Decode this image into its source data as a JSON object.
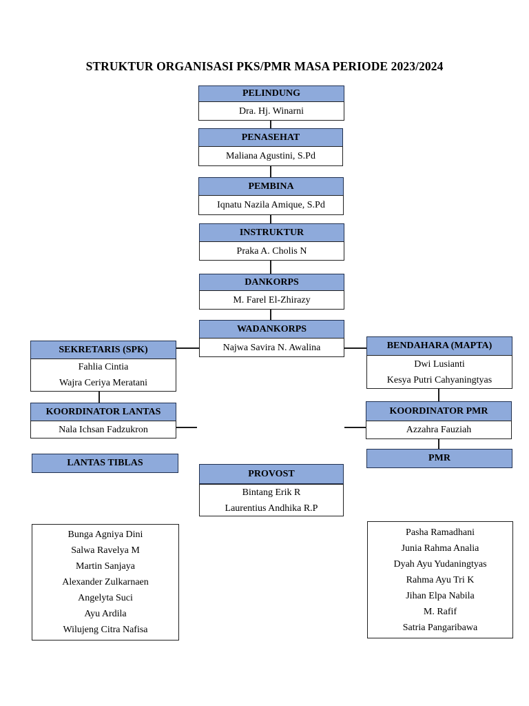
{
  "title": "STRUKTUR ORGANISASI PKS/PMR MASA PERIODE 2023/2024",
  "pelindung": {
    "label": "PELINDUNG",
    "name": "Dra. Hj. Winarni"
  },
  "penasehat": {
    "label": "PENASEHAT",
    "name": "Maliana Agustini, S.Pd"
  },
  "pembina": {
    "label": "PEMBINA",
    "name": "Iqnatu Nazila Amique, S.Pd"
  },
  "instruktur": {
    "label": "INSTRUKTUR",
    "name": "Praka A. Cholis N"
  },
  "dankorps": {
    "label": "DANKORPS",
    "name": "M. Farel El-Zhirazy"
  },
  "wadankorps": {
    "label": "WADANKORPS",
    "name": "Najwa Savira N. Awalina"
  },
  "sekretaris": {
    "label": "SEKRETARIS (SPK)",
    "names": [
      "Fahlia Cintia",
      "Wajra Ceriya Meratani"
    ]
  },
  "bendahara": {
    "label": "BENDAHARA (MAPTA)",
    "names": [
      "Dwi Lusianti",
      "Kesya Putri Cahyaningtyas"
    ]
  },
  "koordinator_lantas": {
    "label": "KOORDINATOR LANTAS",
    "name": "Nala Ichsan Fadzukron"
  },
  "koordinator_pmr": {
    "label": "KOORDINATOR PMR",
    "name": "Azzahra Fauziah"
  },
  "lantas_tiblas": {
    "label": "LANTAS TIBLAS"
  },
  "pmr": {
    "label": "PMR"
  },
  "provost": {
    "label": "PROVOST",
    "names": [
      "Bintang Erik R",
      "Laurentius Andhika R.P"
    ]
  },
  "lantas_members": [
    "Bunga Agniya Dini",
    "Salwa Ravelya M",
    "Martin Sanjaya",
    "Alexander Zulkarnaen",
    "Angelyta Suci",
    "Ayu Ardila",
    "Wilujeng Citra Nafisa"
  ],
  "pmr_members": [
    "Pasha Ramadhani",
    "Junia Rahma Analia",
    "Dyah Ayu Yudaningtyas",
    "Rahma Ayu Tri K",
    "Jihan Elpa Nabila",
    "M. Rafif",
    "Satria Pangaribawa"
  ]
}
